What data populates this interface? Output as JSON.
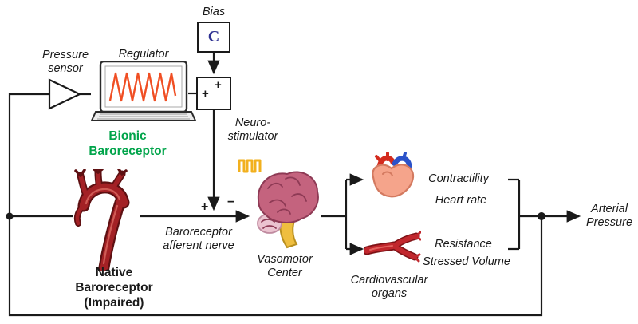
{
  "colors": {
    "line": "#1a1a1a",
    "green": "#00A44A",
    "blue": "#2E3192",
    "wave": "#F04E23",
    "gold": "#F2B01E",
    "artery-dark": "#5E1012",
    "artery-main": "#A32125",
    "artery-light": "#CF5B55",
    "brain-fill": "#C4637E",
    "brain-stroke": "#8E3A55",
    "brain-light": "#EBC3D0",
    "stem-fill": "#EFBE3F",
    "stem-stroke": "#B98F1E",
    "heart-fill": "#F5A48B",
    "heart-stroke": "#D3795F",
    "vessel-red": "#C1272D"
  },
  "labels": {
    "bias": "Bias",
    "controller": "C",
    "pressure_sensor": "Pressure\nsensor",
    "regulator": "Regulator",
    "bionic": "Bionic\nBaroreceptor",
    "neurostimulator": "Neuro-\nstimulator",
    "native": "Native\nBaroreceptor\n(Impaired)",
    "afferent_nerve": "Baroreceptor\nafferent nerve",
    "vasomotor": "Vasomotor\nCenter",
    "contractility": "Contractility",
    "heart_rate": "Heart rate",
    "resistance": "Resistance",
    "stressed_volume": "Stressed Volume",
    "cardio_organs": "Cardiovascular\norgans",
    "arterial_pressure": "Arterial\nPressure",
    "sum_plus_a": "+",
    "sum_plus_b": "+",
    "junction_plus": "+",
    "junction_minus": "−"
  },
  "icons": {
    "amplifier": "triangle-amplifier-icon",
    "regulator_display": "laptop-waveform-icon",
    "stimulus": "pulse-train-icon",
    "native_baroreceptor": "aortic-artery-icon",
    "vasomotor_center": "brain-icon",
    "heart": "heart-icon",
    "vessel": "blood-vessel-icon"
  }
}
